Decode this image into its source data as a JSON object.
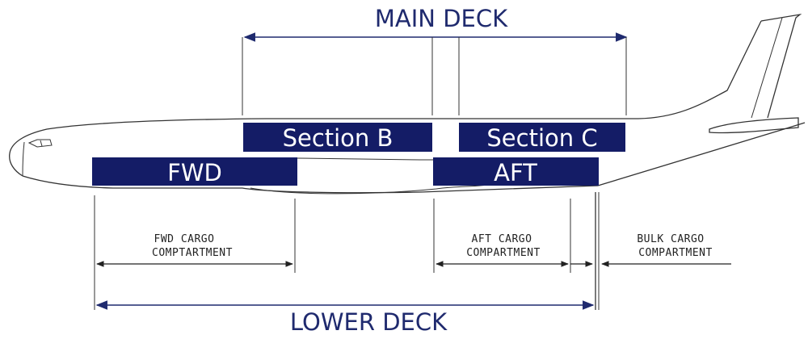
{
  "main_deck": {
    "title": "MAIN DECK",
    "sections": [
      {
        "id": "section-b",
        "label": "Section B"
      },
      {
        "id": "section-c",
        "label": "Section C"
      }
    ]
  },
  "lower_deck": {
    "title": "LOWER DECK",
    "sections": [
      {
        "id": "fwd",
        "label": "FWD"
      },
      {
        "id": "aft",
        "label": "AFT"
      }
    ],
    "compartments": [
      {
        "id": "fwd-cargo",
        "line1": "FWD CARGO",
        "line2": "COMPTARTMENT"
      },
      {
        "id": "aft-cargo",
        "line1": "AFT CARGO",
        "line2": "COMPARTMENT"
      },
      {
        "id": "bulk-cargo",
        "line1": "BULK CARGO",
        "line2": "COMPARTMENT"
      }
    ]
  },
  "colors": {
    "section_fill": "#141c66",
    "title_text": "#1f2a6e",
    "outline": "#333333"
  }
}
